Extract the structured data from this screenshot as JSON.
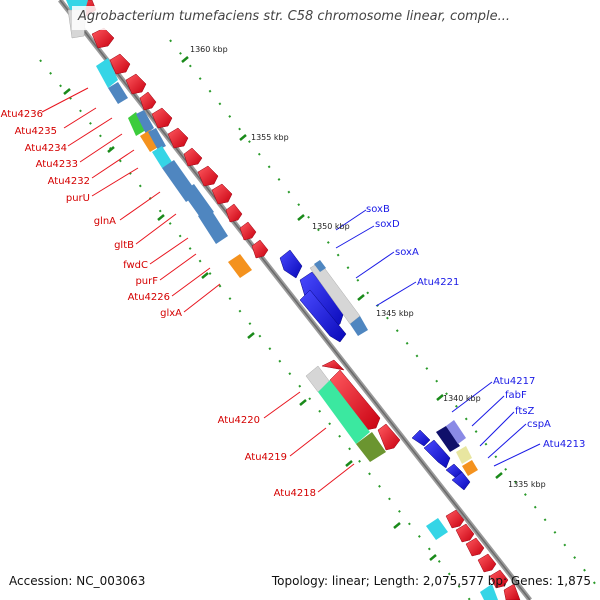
{
  "title": "Agrobacterium tumefaciens str. C58 chromosome linear, comple...",
  "footer": {
    "accession": "Accession: NC_003063",
    "topology": "Topology: linear; Length: 2,075,577 bp; Genes: 1,875"
  },
  "scale_labels": [
    "1360 kbp",
    "1355 kbp",
    "1350 kbp",
    "1345 kbp",
    "1340 kbp",
    "1335 kbp"
  ],
  "left_labels": [
    "Atu4236",
    "Atu4235",
    "Atu4234",
    "Atu4233",
    "Atu4232",
    "purU",
    "glnA",
    "gltB",
    "fwdC",
    "purF",
    "Atu4226",
    "glxA",
    "Atu4220",
    "Atu4219",
    "Atu4218"
  ],
  "right_labels": [
    "soxB",
    "soxD",
    "soxA",
    "Atu4221",
    "Atu4217",
    "fabF",
    "ftsZ",
    "cspA",
    "Atu4213"
  ],
  "colors": {
    "forward_label": "#d40000",
    "reverse_label": "#1a1ae6",
    "backbone": "#8a8a8a",
    "gene_red": "#e8141e",
    "gene_blue": "#1010e0",
    "gene_steel": "#4f86c0",
    "gene_cyan": "#3fd8e8",
    "gene_green": "#3ccc3c",
    "gene_orange": "#f4921e",
    "gene_mint": "#3be8a0",
    "gene_olive": "#6b9530",
    "gene_gray": "#c8c8c8",
    "gene_navy": "#10106a",
    "gene_lavender": "#8a8ae6",
    "gene_khaki": "#e8e6a0",
    "tick_green": "#1a8a1a"
  }
}
